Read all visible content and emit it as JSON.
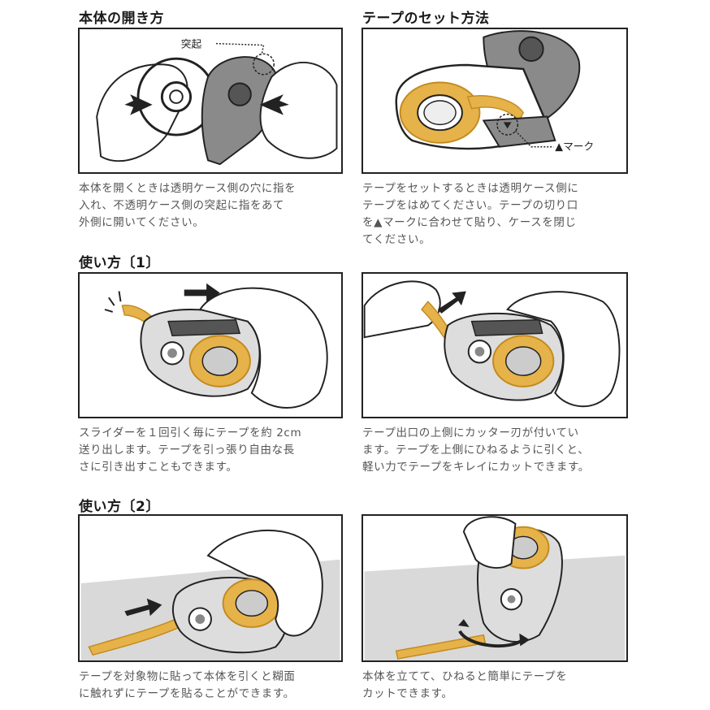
{
  "sections": {
    "open_body": {
      "heading": "本体の開き方",
      "callout": "突起",
      "caption": [
        "本体を開くときは透明ケース側の穴に指を",
        "入れ、不透明ケース側の突起に指をあて",
        "外側に開いてください。"
      ]
    },
    "set_tape": {
      "heading": "テープのセット方法",
      "callout": "▲マーク",
      "caption": [
        "テープをセットするときは透明ケース側に",
        "テープをはめてください。テープの切り口",
        "を▲マークに合わせて貼り、ケースを閉じ",
        "てください。"
      ]
    },
    "usage1": {
      "heading": "使い方〔1〕",
      "left_caption": [
        "スライダーを１回引く毎にテープを約 2cm",
        "送り出します。テープを引っ張り自由な長",
        "さに引き出すこともできます。"
      ],
      "right_caption": [
        "テープ出口の上側にカッター刃が付いてい",
        "ます。テープを上側にひねるように引くと、",
        "軽い力でテープをキレイにカットできます。"
      ]
    },
    "usage2": {
      "heading": "使い方〔2〕",
      "left_caption": [
        "テープを対象物に貼って本体を引くと糊面",
        "に触れずにテープを貼ることができます。"
      ],
      "right_caption": [
        "本体を立てて、ひねると簡単にテープを",
        "カットできます。"
      ]
    }
  },
  "colors": {
    "tape": "#e6b24a",
    "tape_dark": "#c48a1e",
    "body_gray": "#8a8a8a",
    "surface_gray": "#d9d9d9",
    "outline": "#222222"
  },
  "icons": [
    "hand-illustration",
    "tape-dispenser-illustration",
    "arrow-icon",
    "rotate-arrow-icon"
  ]
}
